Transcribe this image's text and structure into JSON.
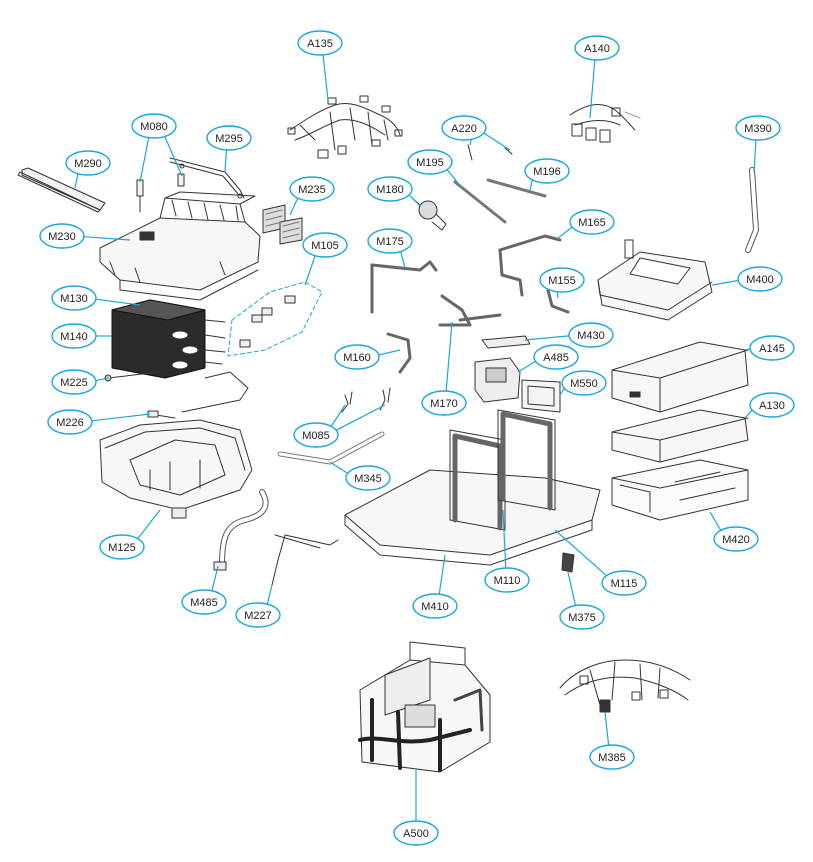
{
  "colors": {
    "callout_stroke": "#1aa7d9",
    "leader": "#1aa7d9",
    "part_line": "#333333",
    "part_fill": "#f2f2f2",
    "dark_part": "#2a2a2a",
    "label_text": "#222222"
  },
  "callouts": [
    {
      "id": "A135",
      "label": "A135"
    },
    {
      "id": "A140",
      "label": "A140"
    },
    {
      "id": "M080",
      "label": "M080"
    },
    {
      "id": "M295",
      "label": "M295"
    },
    {
      "id": "M290",
      "label": "M290"
    },
    {
      "id": "A220",
      "label": "A220"
    },
    {
      "id": "M390",
      "label": "M390"
    },
    {
      "id": "M195",
      "label": "M195"
    },
    {
      "id": "M196",
      "label": "M196"
    },
    {
      "id": "M180",
      "label": "M180"
    },
    {
      "id": "M235",
      "label": "M235"
    },
    {
      "id": "M230",
      "label": "M230"
    },
    {
      "id": "M105",
      "label": "M105"
    },
    {
      "id": "M175",
      "label": "M175"
    },
    {
      "id": "M165",
      "label": "M165"
    },
    {
      "id": "M155",
      "label": "M155"
    },
    {
      "id": "M400",
      "label": "M400"
    },
    {
      "id": "M130",
      "label": "M130"
    },
    {
      "id": "M140",
      "label": "M140"
    },
    {
      "id": "M430",
      "label": "M430"
    },
    {
      "id": "M160",
      "label": "M160"
    },
    {
      "id": "A485",
      "label": "A485"
    },
    {
      "id": "A145",
      "label": "A145"
    },
    {
      "id": "M225",
      "label": "M225"
    },
    {
      "id": "M550",
      "label": "M550"
    },
    {
      "id": "M170",
      "label": "M170"
    },
    {
      "id": "A130",
      "label": "A130"
    },
    {
      "id": "M226",
      "label": "M226"
    },
    {
      "id": "M085",
      "label": "M085"
    },
    {
      "id": "M345",
      "label": "M345"
    },
    {
      "id": "M125",
      "label": "M125"
    },
    {
      "id": "M420",
      "label": "M420"
    },
    {
      "id": "M110",
      "label": "M110"
    },
    {
      "id": "M115",
      "label": "M115"
    },
    {
      "id": "M485",
      "label": "M485"
    },
    {
      "id": "M410",
      "label": "M410"
    },
    {
      "id": "M227",
      "label": "M227"
    },
    {
      "id": "M375",
      "label": "M375"
    },
    {
      "id": "M385",
      "label": "M385"
    },
    {
      "id": "A500",
      "label": "A500"
    }
  ]
}
